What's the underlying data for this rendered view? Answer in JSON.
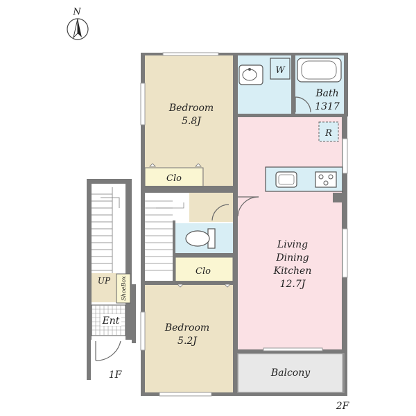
{
  "compass": {
    "north_label": "N",
    "icon": "north-arrow-icon"
  },
  "rooms": {
    "bedroom1": {
      "name": "Bedroom",
      "size": "5.8J"
    },
    "bedroom2": {
      "name": "Bedroom",
      "size": "5.2J"
    },
    "closet1": {
      "name": "Clo"
    },
    "closet2": {
      "name": "Clo"
    },
    "bath": {
      "name": "Bath",
      "size": "1317"
    },
    "washer": {
      "name": "W"
    },
    "fridge": {
      "name": "R"
    },
    "ldk": {
      "line1": "Living",
      "line2": "Dining",
      "line3": "Kitchen",
      "size": "12.7J"
    },
    "balcony": {
      "name": "Balcony"
    },
    "up": {
      "name": "UP"
    },
    "shoebox": {
      "name": "ShoeBox"
    },
    "entrance": {
      "name": "Ent"
    }
  },
  "floors": {
    "first": "1F",
    "second": "2F"
  },
  "colors": {
    "bedroom": "#ede3c6",
    "closet": "#faf6d2",
    "wet": "#d8eef5",
    "ldk": "#fbe1e5",
    "balcony": "#e8e8e8",
    "wall": "#7a7a7a"
  }
}
